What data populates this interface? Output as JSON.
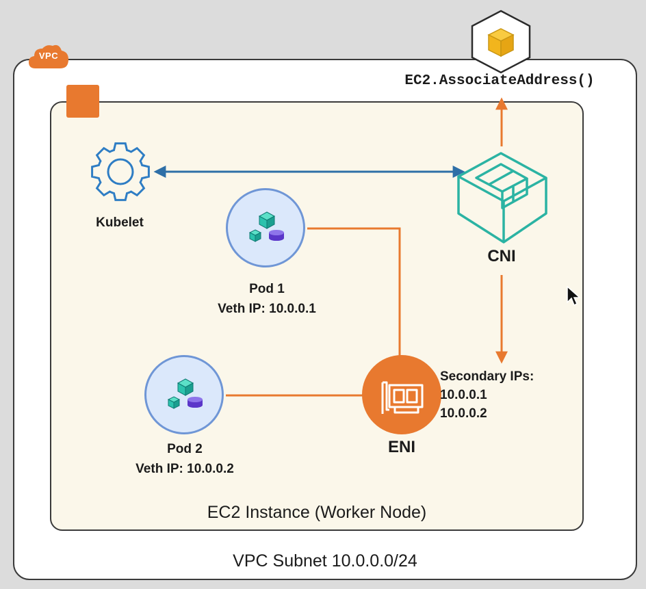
{
  "vpc": {
    "badge": "VPC",
    "subnet_label": "VPC Subnet 10.0.0.0/24"
  },
  "instance": {
    "label": "EC2 Instance (Worker Node)"
  },
  "api_call": "EC2.AssociateAddress()",
  "kubelet": {
    "label": "Kubelet",
    "icon": "gear-icon"
  },
  "cni": {
    "label": "CNI",
    "icon": "cni-icon"
  },
  "pod1": {
    "name": "Pod 1",
    "ip": "Veth IP: 10.0.0.1",
    "icon": "pod-icon"
  },
  "pod2": {
    "name": "Pod 2",
    "ip": "Veth IP: 10.0.0.2",
    "icon": "pod-icon"
  },
  "eni": {
    "label": "ENI",
    "icon": "network-card-icon",
    "secondary_title": "Secondary IPs:",
    "secondary_ips": [
      "10.0.0.1",
      "10.0.0.2"
    ]
  },
  "colors": {
    "aws_orange": "#e8792f",
    "arrow_blue": "#2e6fa7",
    "cni_teal": "#2bb3a3",
    "ec2_background": "#fbf7ea",
    "pod_fill": "#dbe8fb"
  }
}
